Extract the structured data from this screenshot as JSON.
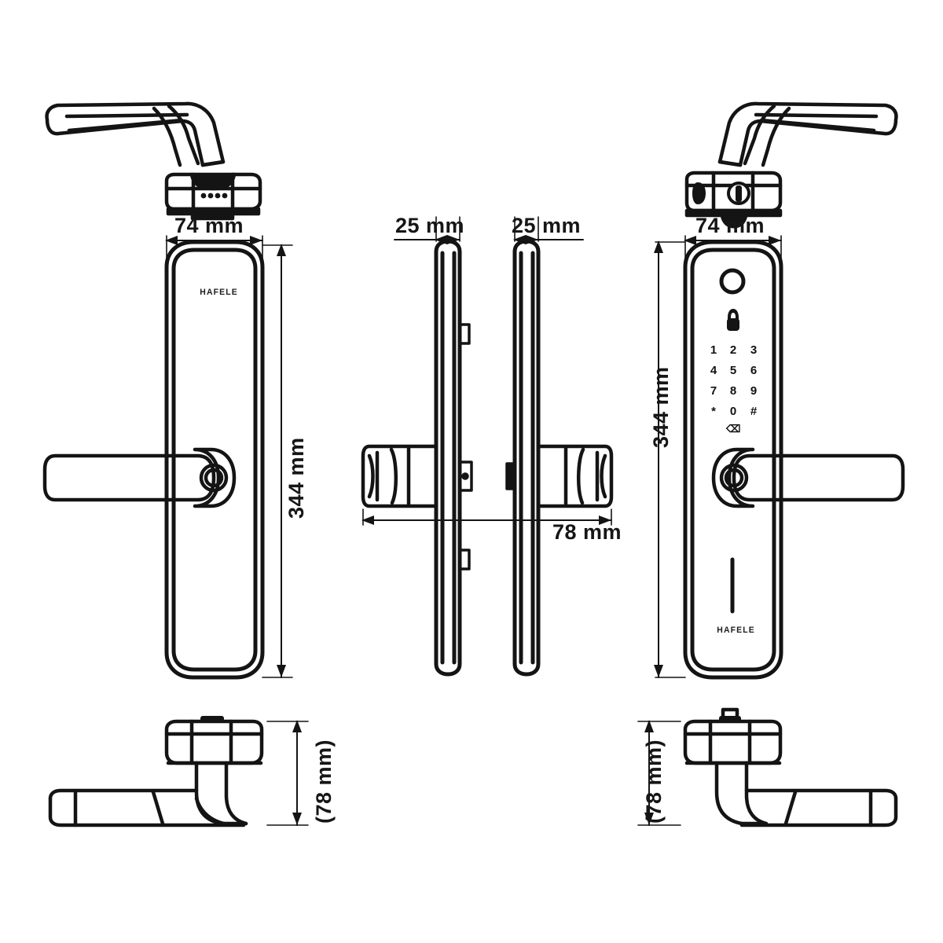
{
  "drawing": {
    "title": "Smart door lock — dimensional drawing",
    "units": "mm",
    "line_color": "#141414",
    "background": "#ffffff"
  },
  "views": [
    {
      "id": "interior-panel",
      "name": "Interior panel front view"
    },
    {
      "id": "side-left",
      "name": "Left side profile view"
    },
    {
      "id": "side-right",
      "name": "Right side profile view"
    },
    {
      "id": "exterior-panel",
      "name": "Exterior panel front view"
    },
    {
      "id": "handle-top-left",
      "name": "Interior handle top view"
    },
    {
      "id": "handle-top-right",
      "name": "Exterior handle top view"
    }
  ],
  "dimensions": {
    "width_interior": "74 mm",
    "width_exterior": "74 mm",
    "thickness_left": "25 mm",
    "thickness_right": "25 mm",
    "height_interior": "344 mm",
    "height_exterior": "344 mm",
    "projection_handle": "78 mm",
    "projection_top_left": "(78 mm)",
    "projection_top_right": "(78 mm)"
  },
  "branding": {
    "logo_interior": "HAFELE",
    "logo_exterior": "HAFELE"
  },
  "keypad": {
    "rows": [
      [
        "1",
        "2",
        "3"
      ],
      [
        "4",
        "5",
        "6"
      ],
      [
        "7",
        "8",
        "9"
      ],
      [
        "*",
        "0",
        "#"
      ]
    ],
    "delete_key": "⌫"
  },
  "exterior_features": {
    "fingerprint_reader": "fingerprint-sensor",
    "lock_indicator": "padlock-icon",
    "card_slot": "rfid-card-slot",
    "key_cylinder": "key-cylinder",
    "cover_slot": "cover-slot"
  },
  "interior_features": {
    "indicator_dots": "status-dots",
    "thumbturn": "thumbturn-knob"
  }
}
